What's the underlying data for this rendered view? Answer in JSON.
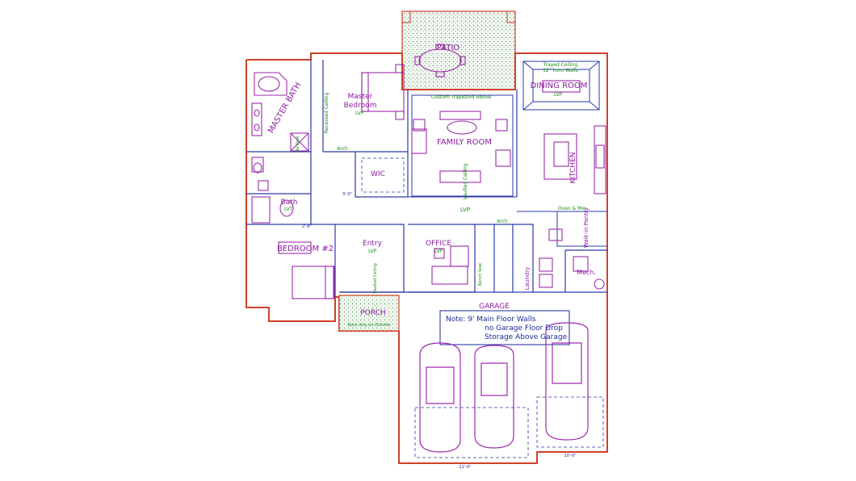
{
  "rooms": {
    "patio": "PATIO",
    "master_bath": "MASTER BATH",
    "master_bedroom": [
      "Master",
      "Bedroom"
    ],
    "family_room": "FAMILY ROOM",
    "dining_room": "DINING ROOM",
    "kitchen": "KITCHEN",
    "wic": "WIC",
    "bath": "Bath",
    "bedroom2": "BEDROOM #2",
    "entry": "Entry",
    "office": "OFFICE",
    "porch": "PORCH",
    "garage": "GARAGE",
    "laundry": "Laundry",
    "mech": "Mech.",
    "work_pantry": "Walk-in Pantry"
  },
  "labels": {
    "lvp": "LVP",
    "lvt": "LVT",
    "trayed_ceiling": [
      "Trayed Ceiling",
      "12\" from Walls"
    ],
    "custom_trapezoid": "Custom Trapezoid Above",
    "vaulted_ceiling": "Vaulted Ceiling",
    "recessed_ceiling": "Recessed Ceiling",
    "oven_mw": "Oven & Mw",
    "arch": "Arch",
    "porch_note": "Rock only on Outside",
    "vault_entry": "Vaulted Ceiling",
    "bench_seat": "Bench Seat",
    "no_door": "No Door"
  },
  "garage_note": [
    "Note: 9' Main Floor Walls",
    "no Garage Floor Drop",
    "Storage Above Garage"
  ],
  "dims": {
    "garage_left": "21'-0\"",
    "garage_right": "10'-0\"",
    "bath_door": "2'-8\"",
    "hall_door": "3'-0\""
  },
  "colors": {
    "exterior_wall": "#d0402a",
    "interior_wall": "#2a3aa8",
    "fixtures": "#9a2aa8",
    "room_labels": "#8a1ca0",
    "notes": "#1a8a1a"
  }
}
